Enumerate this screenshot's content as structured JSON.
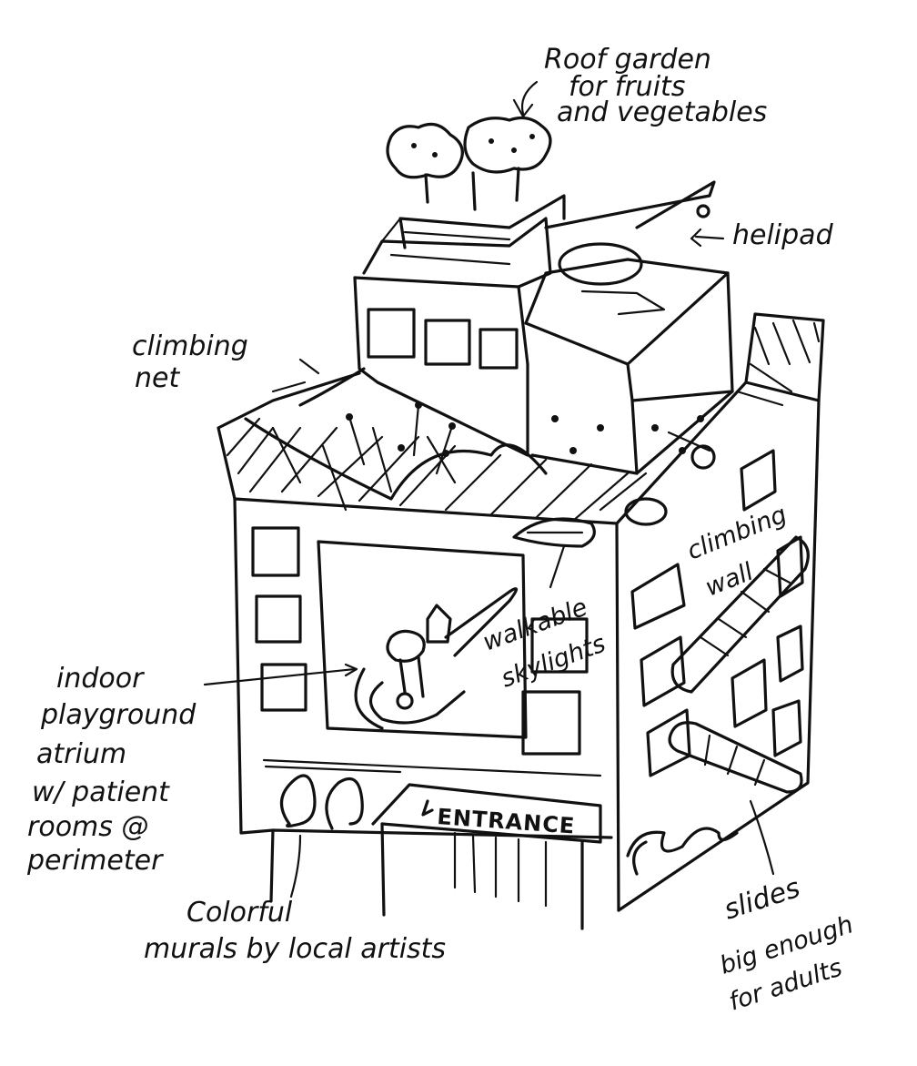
{
  "labels": {
    "roof_garden": [
      "Roof garden",
      "for fruits",
      "and vegetables"
    ],
    "helipad": "helipad",
    "climbing_net": [
      "climbing",
      "net"
    ],
    "walkable_skylights": [
      "walkable",
      "skylights"
    ],
    "climbing_wall": [
      "climbing",
      "wall"
    ],
    "indoor_playground": [
      "indoor",
      "playground",
      "atrium",
      "w/ patient",
      "rooms @",
      "perimeter"
    ],
    "entrance": "ENTRANCE",
    "murals": [
      "Colorful",
      "murals by local artists"
    ],
    "slides": [
      "slides",
      "big enough",
      "for adults"
    ]
  }
}
